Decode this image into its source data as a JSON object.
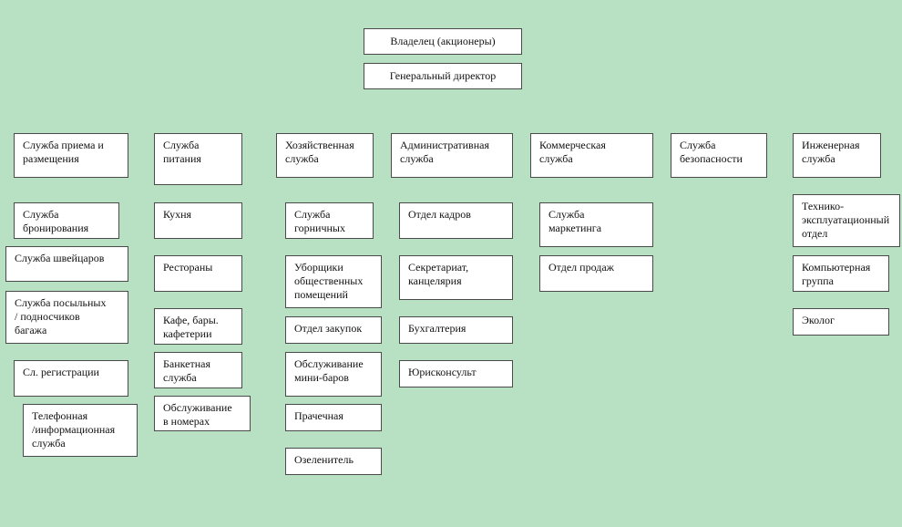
{
  "top": {
    "owner": "Владелец (акционеры)",
    "director": "Генеральный директор"
  },
  "departments": {
    "reception": {
      "title": "Служба приема и\nразмещения",
      "items": [
        "Служба\nбронирования",
        "Служба швейцаров",
        "Служба посыльных\n/ подносчиков\nбагажа",
        "Сл. регистрации",
        "Телефонная\n/информационная\nслужба"
      ]
    },
    "food": {
      "title": "Служба\nпитания",
      "items": [
        "Кухня",
        "Рестораны",
        "Кафе, бары.\nкафетерии",
        "Банкетная\nслужба",
        "Обслуживание\nв номерах"
      ]
    },
    "housekeeping": {
      "title": "Хозяйственная\nслужба",
      "items": [
        "Служба\nгорничных",
        "Уборщики\nобщественных\nпомещений",
        "Отдел закупок",
        "Обслуживание\nмини-баров",
        "Прачечная",
        "Озеленитель"
      ]
    },
    "admin": {
      "title": "Административная\nслужба",
      "items": [
        "Отдел кадров",
        "Секретариат,\nканцелярия",
        "Бухгалтерия",
        "Юрисконсульт"
      ]
    },
    "commercial": {
      "title": "Коммерческая\nслужба",
      "items": [
        "Служба\nмаркетинга",
        "Отдел продаж"
      ]
    },
    "security": {
      "title": "Служба\nбезопасности",
      "items": []
    },
    "engineering": {
      "title": "Инженерная\nслужба",
      "items": [
        "Технико-\nэксплуатационный\nотдел",
        "Компьютерная\nгруппа",
        "Эколог"
      ]
    }
  }
}
